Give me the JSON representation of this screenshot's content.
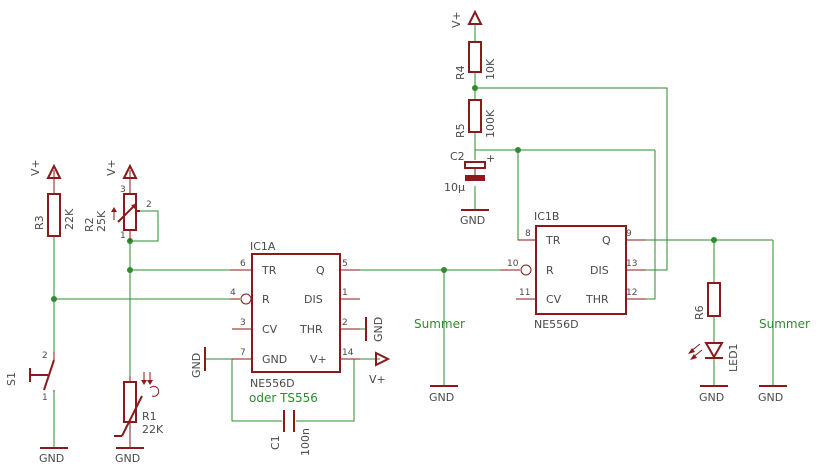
{
  "supplies": {
    "r3_vplus": "V+",
    "r2_vplus": "V+",
    "r4_vplus": "V+",
    "ic1a_vplus": "V+"
  },
  "grounds": {
    "s1": "GND",
    "r1": "GND",
    "ic1a_pin7": "GND",
    "ic1a_pin2": "GND",
    "c2": "GND",
    "ic1a_out": "GND",
    "led1": "GND",
    "right_out": "GND"
  },
  "components": {
    "r3": {
      "name": "R3",
      "value": "22K"
    },
    "r2": {
      "name": "R2",
      "value": "25K",
      "pin3": "3",
      "pin2": "2",
      "pin1": "1"
    },
    "r1": {
      "name": "R1",
      "value": "22K"
    },
    "s1": {
      "name": "S1",
      "pin1": "1",
      "pin2": "2"
    },
    "r4": {
      "name": "R4",
      "value": "10K"
    },
    "r5": {
      "name": "R5",
      "value": "100K"
    },
    "c2": {
      "name": "C2",
      "value": "10µ",
      "polarity": "+"
    },
    "c1": {
      "name": "C1",
      "value": "100n"
    },
    "r6": {
      "name": "R6"
    },
    "led1": {
      "name": "LED1"
    }
  },
  "ic1a": {
    "name": "IC1A",
    "part": "NE556D",
    "alt": "oder TS556",
    "pins_left": [
      {
        "no": "6",
        "label": "TR"
      },
      {
        "no": "4",
        "label": "R"
      },
      {
        "no": "3",
        "label": "CV"
      },
      {
        "no": "7",
        "label": "GND"
      }
    ],
    "pins_right": [
      {
        "no": "5",
        "label": "Q"
      },
      {
        "no": "1",
        "label": "DIS"
      },
      {
        "no": "2",
        "label": "THR"
      },
      {
        "no": "14",
        "label": "V+"
      }
    ]
  },
  "ic1b": {
    "name": "IC1B",
    "part": "NE556D",
    "pins_left": [
      {
        "no": "8",
        "label": "TR"
      },
      {
        "no": "10",
        "label": "R"
      },
      {
        "no": "11",
        "label": "CV"
      }
    ],
    "pins_right": [
      {
        "no": "9",
        "label": "Q"
      },
      {
        "no": "13",
        "label": "DIS"
      },
      {
        "no": "12",
        "label": "THR"
      }
    ]
  },
  "nets": {
    "summer_left": "Summer",
    "summer_right": "Summer"
  }
}
